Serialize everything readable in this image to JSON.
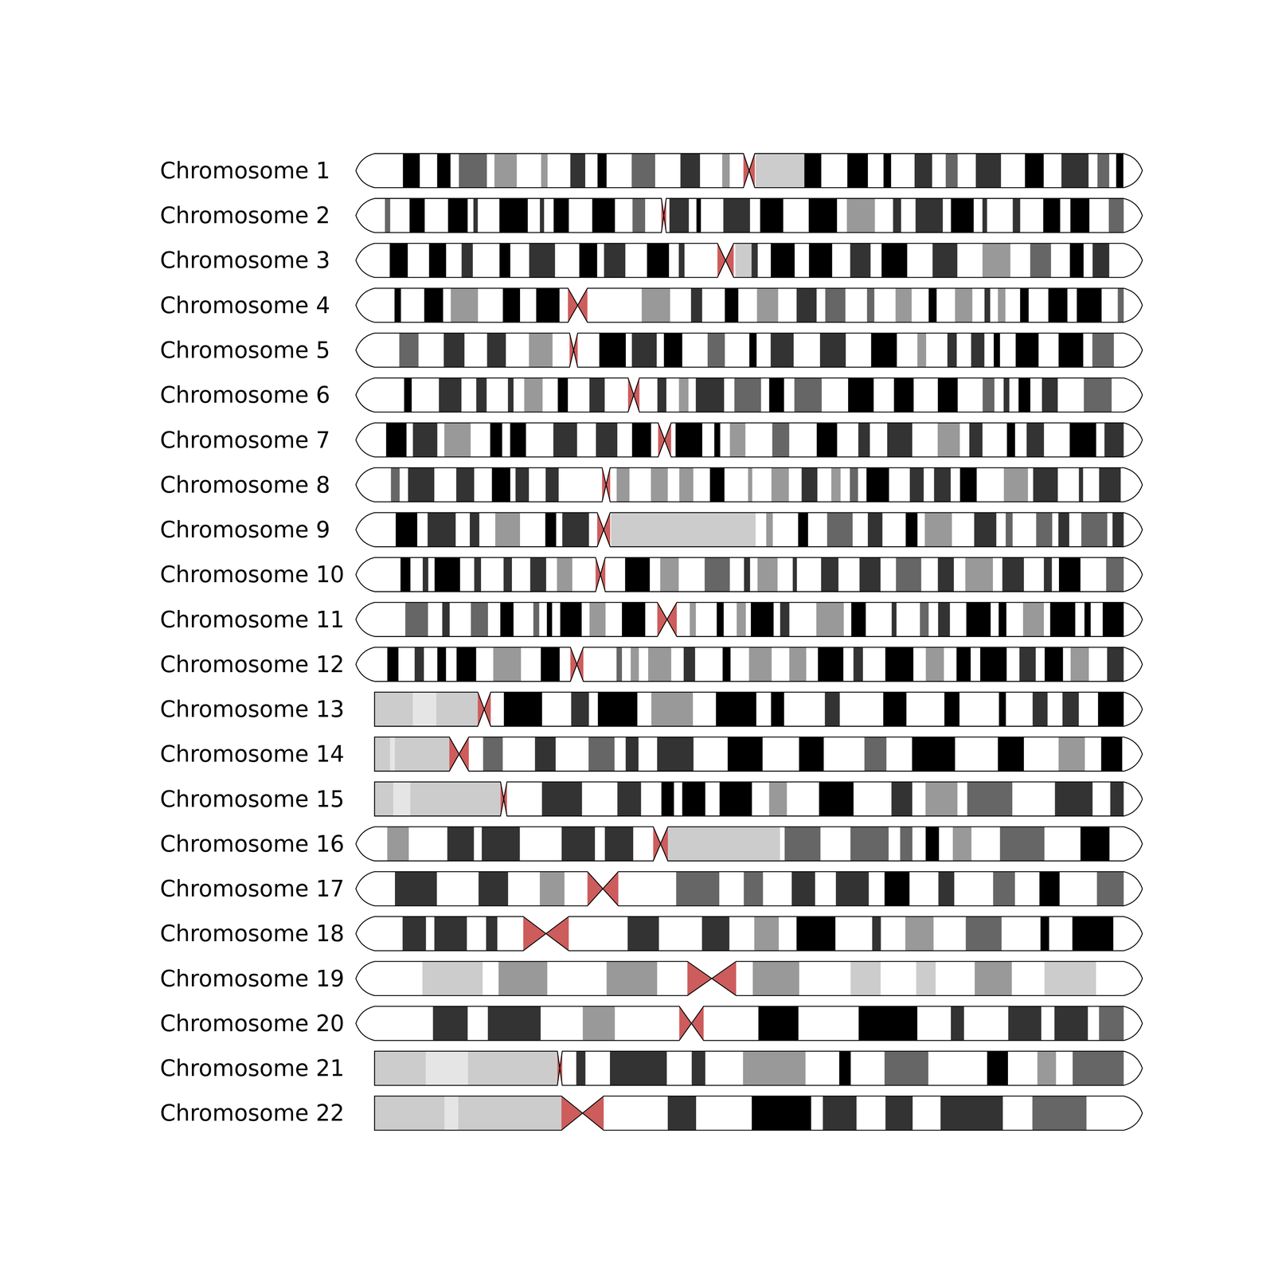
{
  "diagram": {
    "labels": [
      "Chromosome 1",
      "Chromosome 2",
      "Chromosome 3",
      "Chromosome 4",
      "Chromosome 5",
      "Chromosome 6",
      "Chromosome 7",
      "Chromosome 8",
      "Chromosome 9",
      "Chromosome 10",
      "Chromosome 11",
      "Chromosome 12",
      "Chromosome 13",
      "Chromosome 14",
      "Chromosome 15",
      "Chromosome 16",
      "Chromosome 17",
      "Chromosome 18",
      "Chromosome 19",
      "Chromosome 20",
      "Chromosome 21",
      "Chromosome 22"
    ]
  }
}
